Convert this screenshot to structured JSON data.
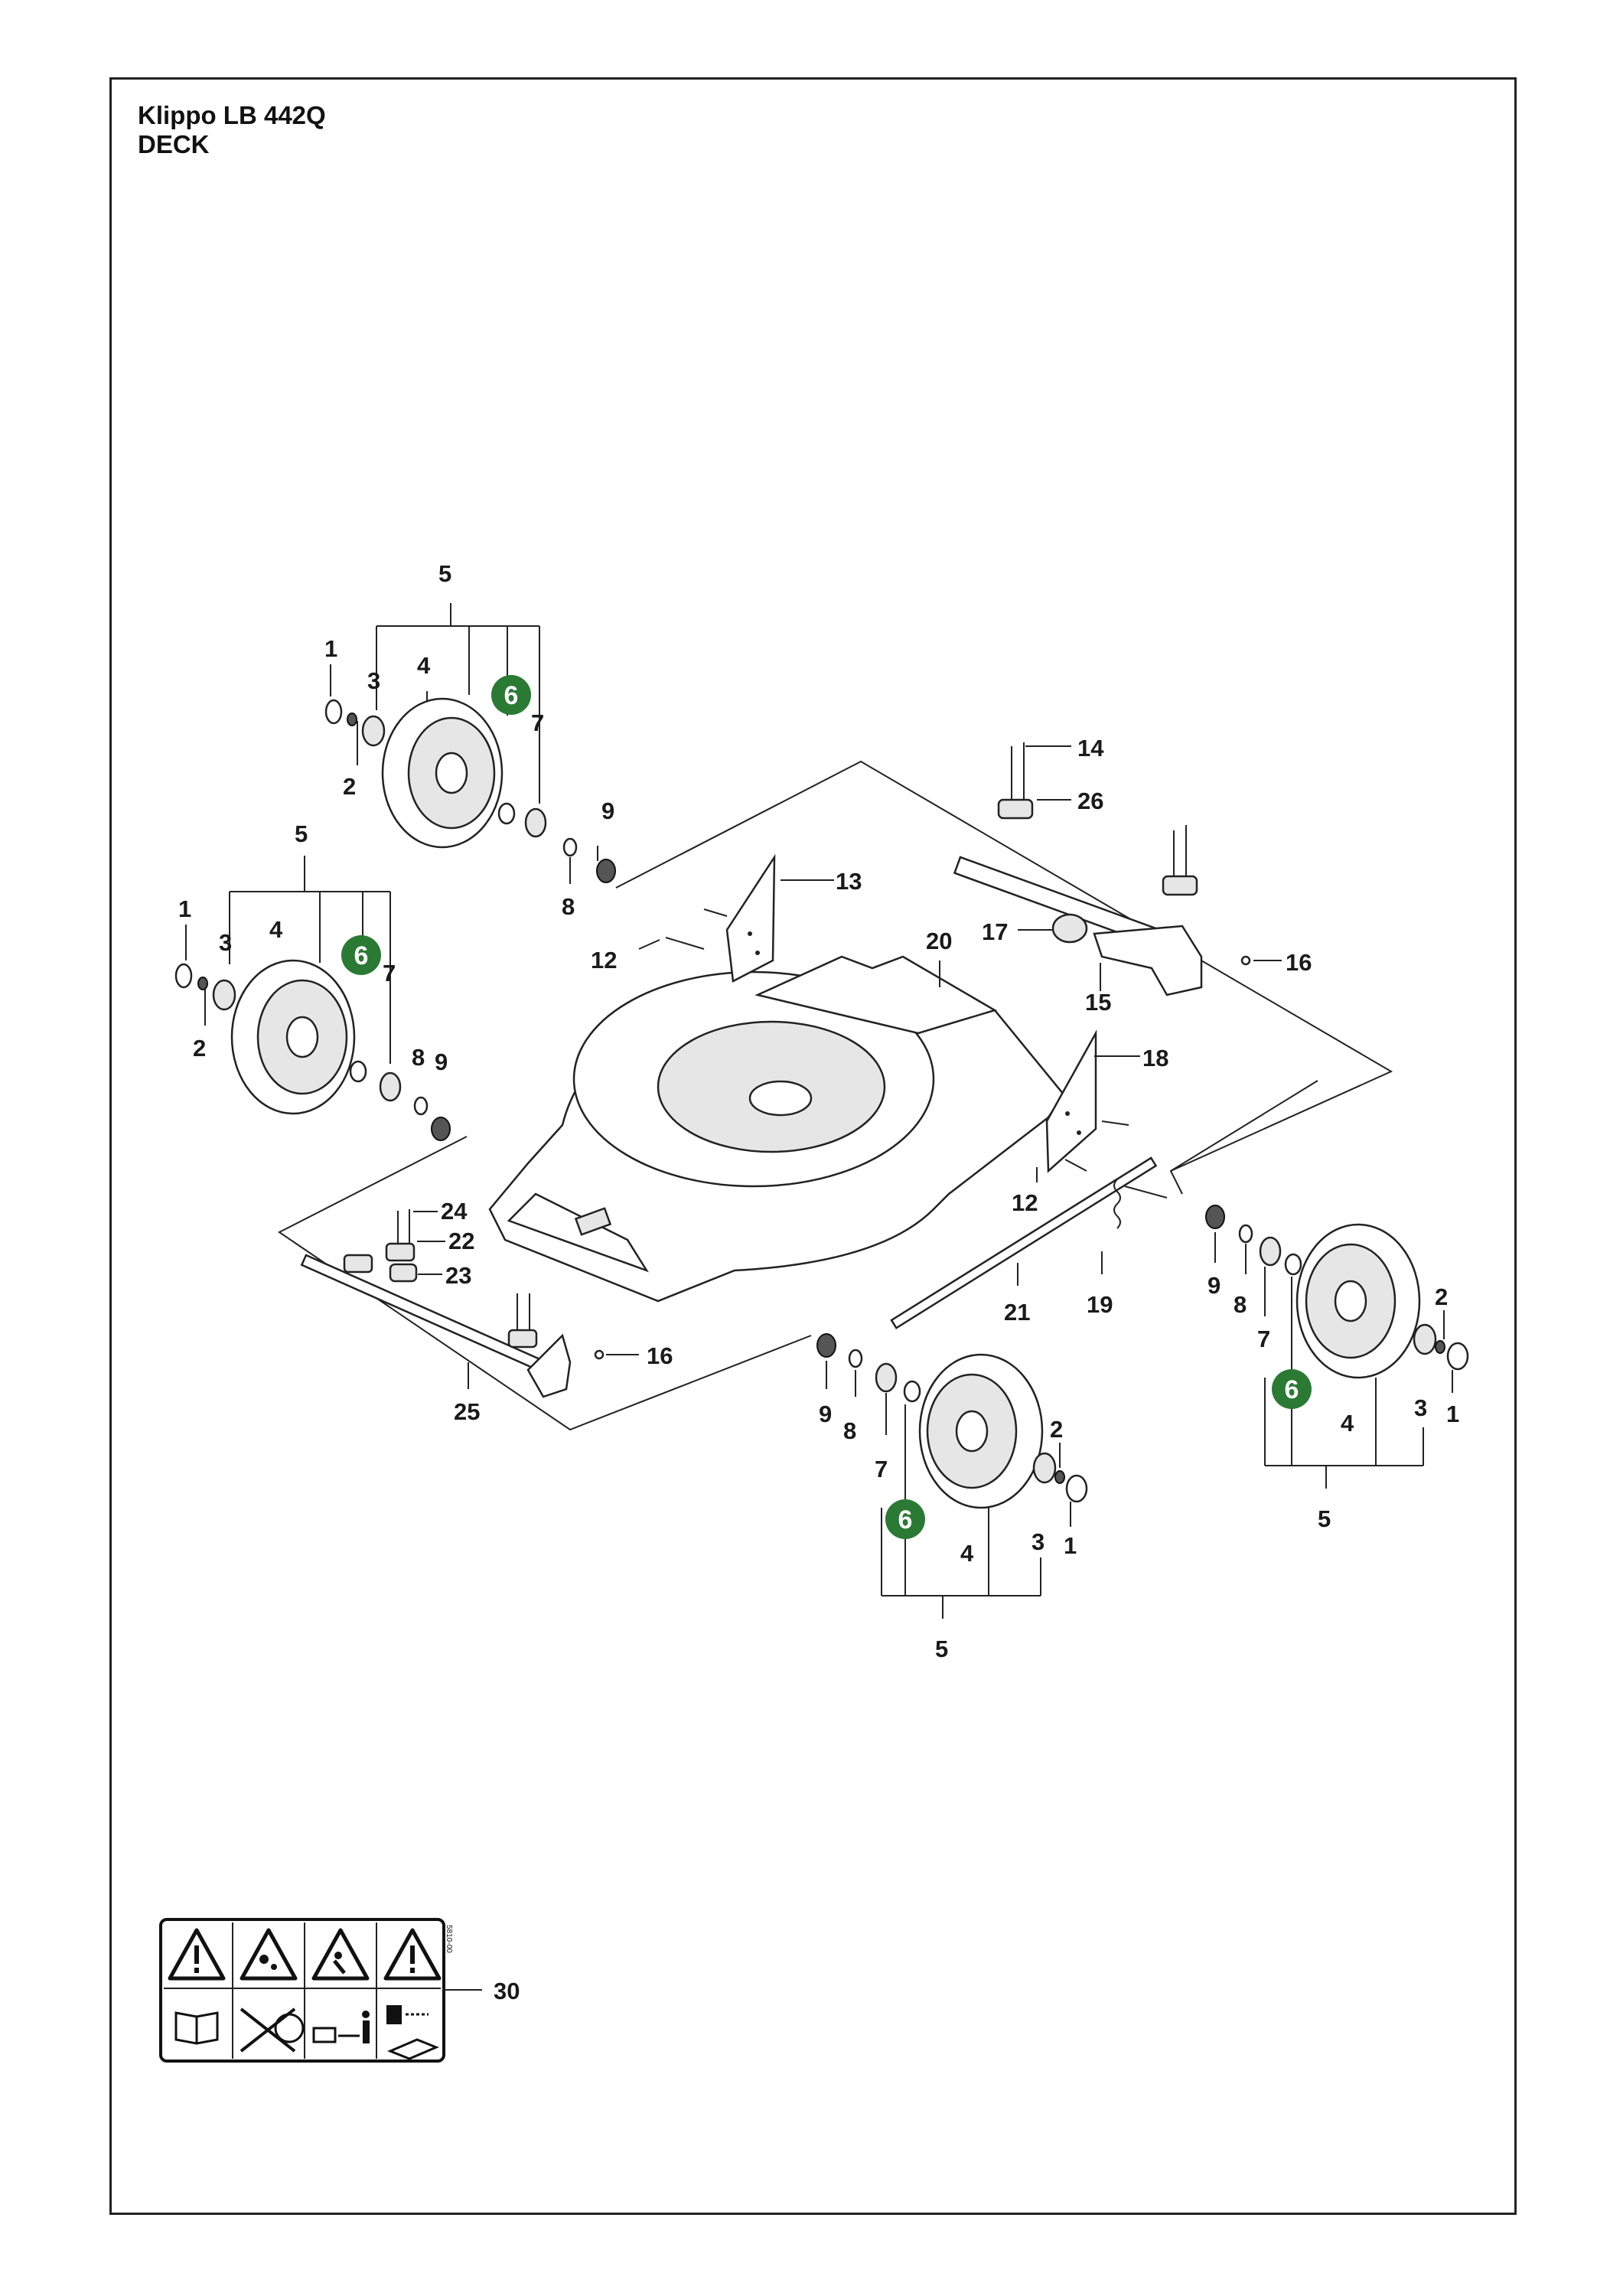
{
  "header": {
    "model": "Klippo LB 442Q",
    "section": "DECK"
  },
  "callouts": {
    "rl": {
      "assembly": "5",
      "ring": "1",
      "washer2": "2",
      "bearing3": "3",
      "wheel": "4",
      "hub": "6",
      "bearing7": "7",
      "washer8": "8",
      "nut9": "9"
    },
    "ml": {
      "assembly": "5",
      "ring": "1",
      "washer2": "2",
      "bearing3": "3",
      "wheel": "4",
      "hub": "6",
      "bearing7": "7",
      "washer8": "8",
      "nut9": "9"
    },
    "fm": {
      "assembly": "5",
      "ring": "1",
      "washer2": "2",
      "bearing3": "3",
      "wheel": "4",
      "hub": "6",
      "bearing7": "7",
      "washer8": "8",
      "nut9": "9"
    },
    "fr": {
      "assembly": "5",
      "ring": "1",
      "washer2": "2",
      "bearing3": "3",
      "wheel": "4",
      "hub": "6",
      "bearing7": "7",
      "washer8": "8",
      "nut9": "9"
    },
    "screw12a": "12",
    "screw12b": "12",
    "bracket13": "13",
    "screw14": "14",
    "lever15": "15",
    "pin16a": "16",
    "pin16b": "16",
    "knob17": "17",
    "bracket18": "18",
    "spring19": "19",
    "deck20": "20",
    "rod21": "21",
    "clamp22": "22",
    "bushing23": "23",
    "screw24": "24",
    "axle25": "25",
    "clamp26": "26",
    "decal30": "30"
  },
  "decal": {
    "code": "5810-00"
  },
  "colors": {
    "highlight": "#2a7a33",
    "line": "#222222"
  },
  "icons": [
    "warning-icon",
    "debris-warning-icon",
    "thrown-object-warning-icon",
    "warning-icon",
    "manual-icon",
    "blade-hazard-icon",
    "keep-distance-icon",
    "disconnect-plug-icon"
  ]
}
